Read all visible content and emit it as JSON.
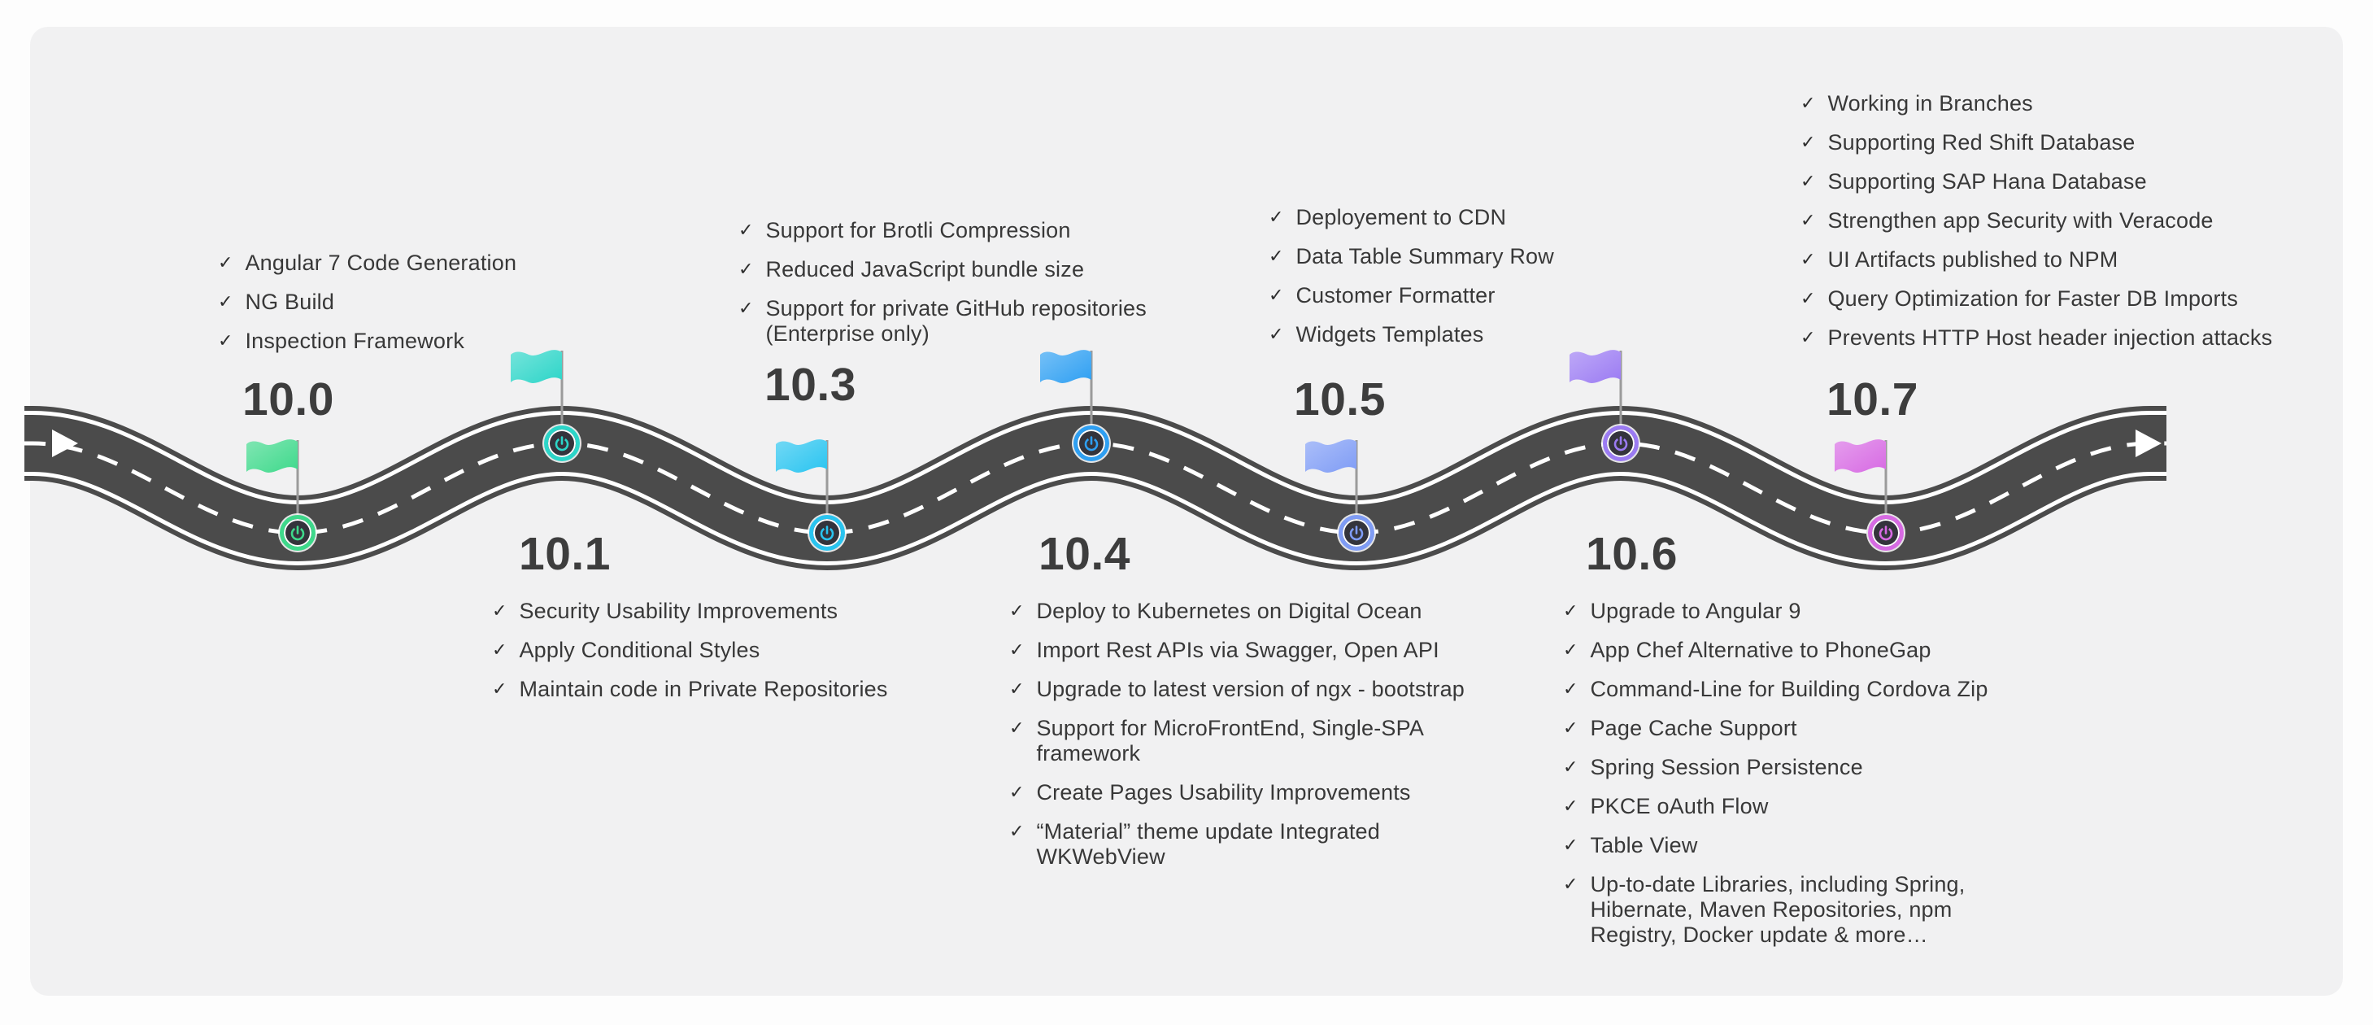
{
  "page": {
    "background": "#fdfdfd",
    "panel_background": "#f1f1f2",
    "road_color": "#4b4b4b",
    "road_line_color": "#ffffff",
    "text_color": "#383838"
  },
  "icons": {
    "check": "✓",
    "flag": "waving-flag",
    "marker": "power-button",
    "road_arrow": "right-triangle"
  },
  "milestones": [
    {
      "version": "10.0",
      "color": "#3ed98b",
      "features": [
        "Angular 7 Code Generation",
        "NG Build",
        "Inspection Framework"
      ]
    },
    {
      "version": "10.1",
      "color": "#2cd5c8",
      "features": [
        "Security Usability Improvements",
        "Apply Conditional Styles",
        "Maintain code in Private Repositories"
      ]
    },
    {
      "version": "10.3",
      "color": "#29c4f0",
      "features": [
        "Support for Brotli Compression",
        "Reduced JavaScript bundle size",
        "Support for private GitHub repositories (Enterprise only)"
      ]
    },
    {
      "version": "10.4",
      "color": "#2e9ff2",
      "features": [
        "Deploy to Kubernetes on Digital Ocean",
        "Import Rest APIs via Swagger, Open API",
        "Upgrade to latest version of ngx - bootstrap",
        "Support for MicroFrontEnd, Single-SPA framework",
        "Create Pages Usability Improvements",
        "“Material” theme update Integrated WKWebView"
      ]
    },
    {
      "version": "10.5",
      "color": "#7f9cf5",
      "features": [
        "Deployement to CDN",
        "Data Table Summary Row",
        "Customer Formatter",
        "Widgets Templates"
      ]
    },
    {
      "version": "10.6",
      "color": "#9b7bf3",
      "features": [
        "Upgrade to Angular 9",
        "App Chef Alternative to PhoneGap",
        "Command-Line for Building Cordova Zip",
        "Page Cache Support",
        "Spring Session Persistence",
        "PKCE oAuth Flow",
        "Table View",
        "Up-to-date Libraries, including Spring, Hibernate, Maven Repositories, npm Registry, Docker update & more…"
      ]
    },
    {
      "version": "10.7",
      "color": "#d76ae3",
      "features": [
        "Working in Branches",
        "Supporting Red Shift Database",
        "Supporting SAP Hana Database",
        "Strengthen app Security with Veracode",
        "UI Artifacts published to NPM",
        "Query Optimization for Faster DB Imports",
        "Prevents HTTP Host header injection attacks"
      ]
    }
  ]
}
